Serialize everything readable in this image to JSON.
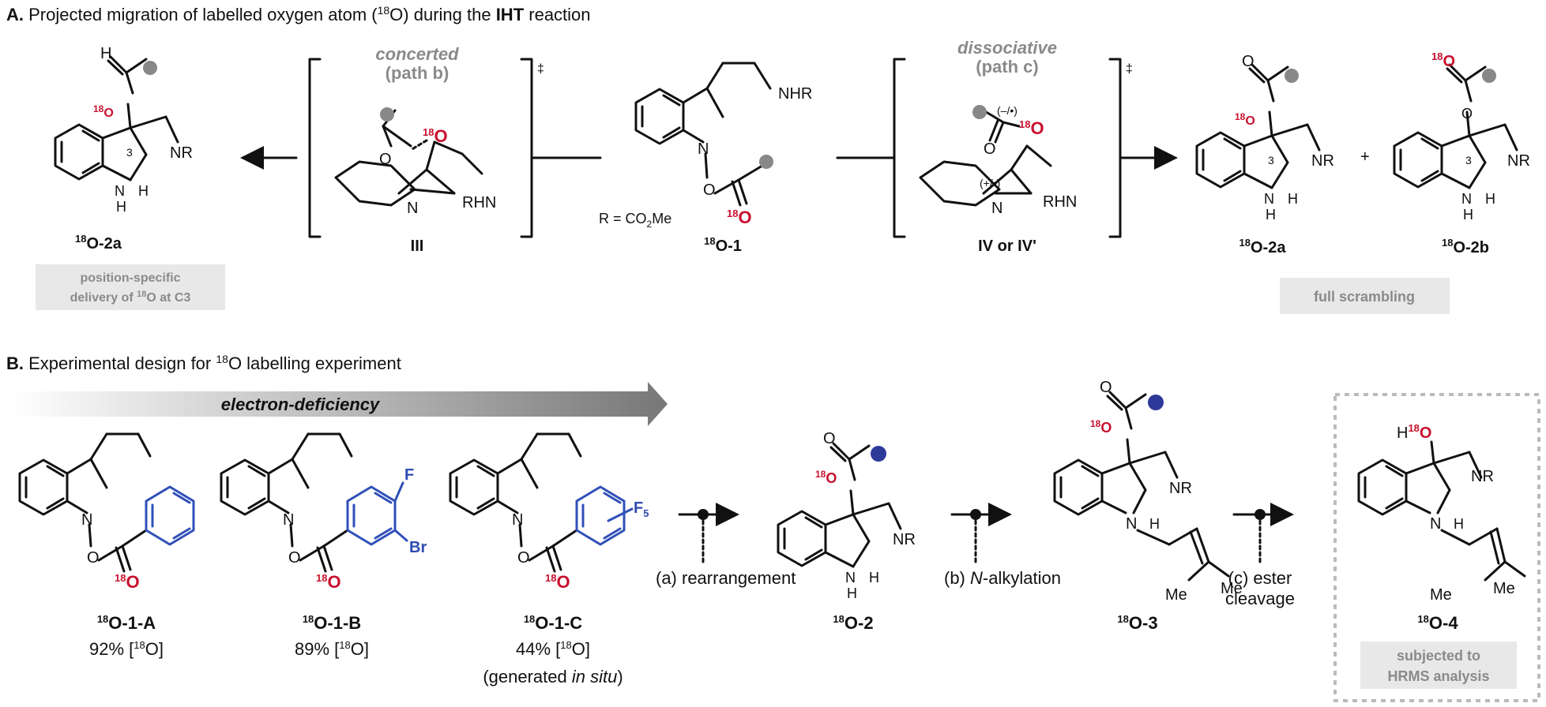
{
  "panel_a": {
    "letter": "A.",
    "heading_1": "Projected migration of labelled oxygen atom (",
    "heading_sup": "18",
    "heading_2": "O) during the ",
    "heading_bold": "IHT",
    "heading_3": " reaction",
    "concerted": "concerted",
    "path_b": "(path b)",
    "dissociative": "dissociative",
    "path_c": "(path c)",
    "dagger": "‡",
    "label_iii": "III",
    "label_iv": "IV or IV'",
    "r_def": "R = CO",
    "r_def_sub": "2",
    "r_def_end": "Me",
    "compound_1": "O-1",
    "compound_2a": "O-2a",
    "compound_2b": "O-2b",
    "iso": "18",
    "box_left_1": "position-specific",
    "box_left_2a": "delivery of ",
    "box_left_2b": "O at C3",
    "box_right": "full scrambling",
    "radical_a": "(–/•)",
    "radical_b": "(+/•)",
    "nhr": "NHR",
    "nr": "NR",
    "rhn": "RHN",
    "c3": "3"
  },
  "panel_b": {
    "letter": "B.",
    "heading_1": "Experimental design for ",
    "heading_sup": "18",
    "heading_2": "O labelling experiment",
    "gradient_label": "electron-deficiency",
    "cmpd_a": "O-1-A",
    "cmpd_b": "O-1-B",
    "cmpd_c": "O-1-C",
    "pct_a": "92% [",
    "pct_b": "89% [",
    "pct_c": "44% [",
    "pct_end": "O]",
    "generated_1": "(generated ",
    "generated_2": "in situ",
    "generated_3": ")",
    "step_a": "(a) rearrangement",
    "step_b_1": "(b) ",
    "step_b_2": "N",
    "step_b_3": "-alkylation",
    "step_c_1": "(c) ester",
    "step_c_2": "cleavage",
    "cmpd_2": "O-2",
    "cmpd_3": "O-3",
    "cmpd_4": "O-4",
    "box_1": "subjected to",
    "box_2": "HRMS analysis",
    "f": "F",
    "br": "Br",
    "f5": "F",
    "f5_sub": "5",
    "me": "Me",
    "h": "H"
  },
  "colors": {
    "red": "#c8102e",
    "blue": "#2e4bb0",
    "gray": "#8a8a8a",
    "box": "#e8e8e8"
  }
}
